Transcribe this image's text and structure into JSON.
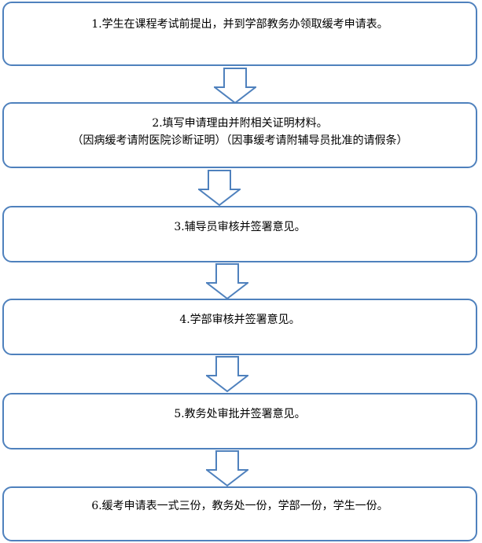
{
  "steps": [
    {
      "lines": [
        "1.学生在课程考试前提出，并到学部教务办领取缓考申请表。"
      ]
    },
    {
      "lines": [
        "2.填写申请理由并附相关证明材料。",
        "（因病缓考请附医院诊断证明）（因事缓考请附辅导员批准的请假条）"
      ]
    },
    {
      "lines": [
        "3.辅导员审核并签署意见。"
      ]
    },
    {
      "lines": [
        "4.学部审核并签署意见。"
      ]
    },
    {
      "lines": [
        "5.教务处审批并签署意见。"
      ]
    },
    {
      "lines": [
        "6.缓考申请表一式三份，教务处一份，学部一份，学生一份。"
      ]
    }
  ],
  "colors": {
    "border": "#4f81bd",
    "arrow_fill": "#ffffff",
    "text": "#000000"
  }
}
